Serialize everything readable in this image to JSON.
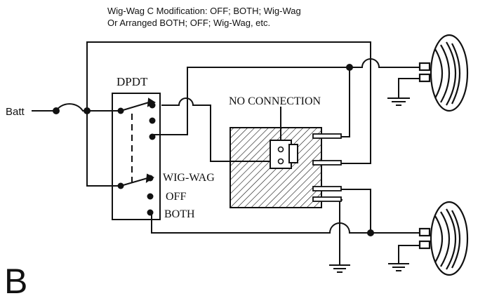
{
  "caption": {
    "line1": "Wig-Wag C Modification: OFF; BOTH; Wig-Wag",
    "line2": "Or Arranged BOTH; OFF; Wig-Wag, etc."
  },
  "labels": {
    "batt": "Batt",
    "switch": "DPDT",
    "no_connection": "NO CONNECTION",
    "wig_wag": "WIG-WAG",
    "off": "OFF",
    "both": "BOTH"
  },
  "figure_letter": "B",
  "colors": {
    "ink": "#111111",
    "background": "#ffffff"
  }
}
